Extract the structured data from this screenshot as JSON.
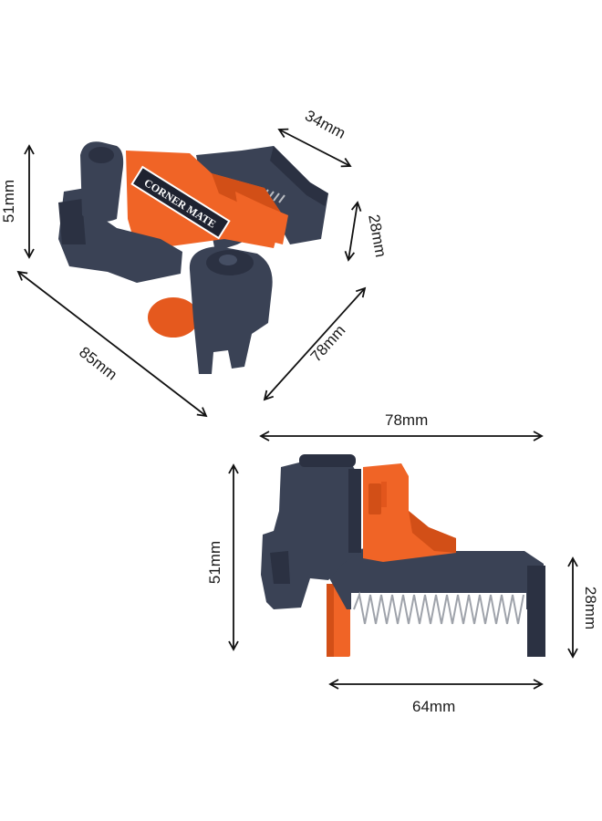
{
  "product": {
    "brand_text": "CORNER MATE"
  },
  "dimensions": {
    "top_view": {
      "width_top": "34mm",
      "height_left": "51mm",
      "height_right": "28mm",
      "length_right": "78mm",
      "length_bottom": "85mm"
    },
    "side_view": {
      "length_top": "78mm",
      "height_left": "51mm",
      "height_right": "28mm",
      "length_bottom": "64mm"
    }
  },
  "colors": {
    "body_dark": "#3a4255",
    "body_dark_shade": "#2b3142",
    "accent_orange": "#f06426",
    "accent_orange_shade": "#d24f17",
    "spring": "#b9bcc2",
    "arrow": "#111111"
  }
}
